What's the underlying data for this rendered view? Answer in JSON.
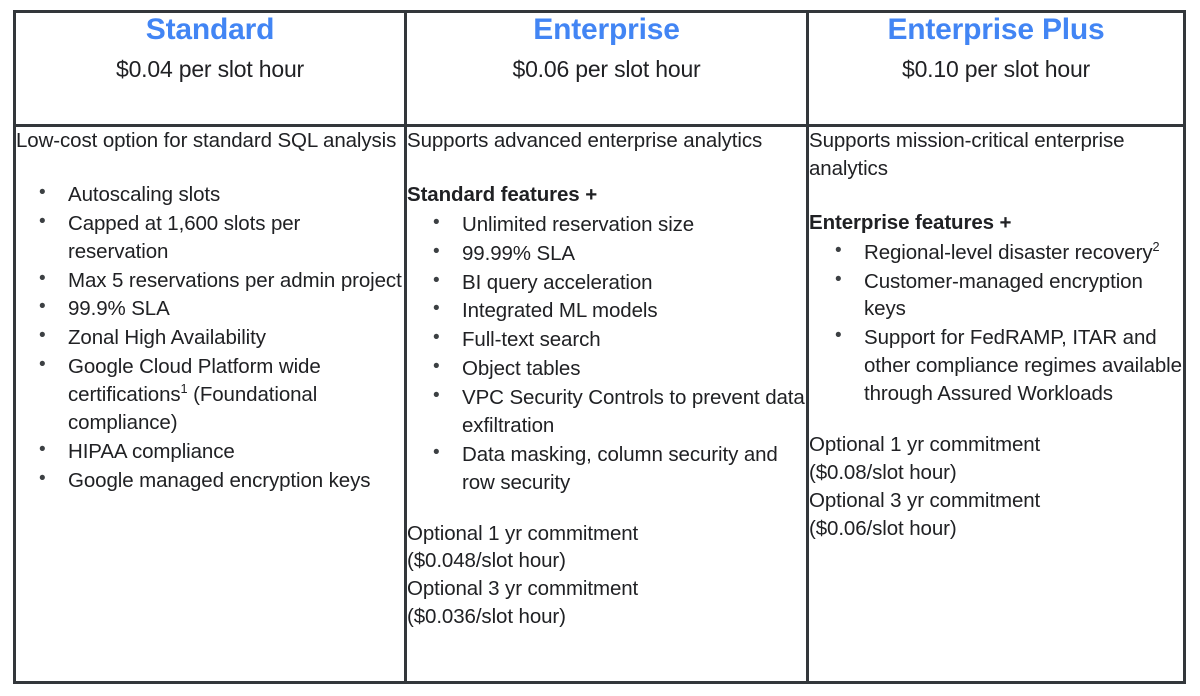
{
  "theme": {
    "accent_blue": "#4285F4",
    "text_color": "#202124",
    "border_color": "#33373B",
    "background": "#FFFFFF"
  },
  "columns": [
    {
      "plan_name": "Standard",
      "price": "$0.04 per slot hour",
      "intro": "Low-cost option for standard SQL analysis",
      "features_heading": "",
      "features": [
        "Autoscaling slots",
        "Capped at 1,600 slots per reservation",
        "Max 5 reservations per admin project",
        "99.9% SLA",
        "Zonal High Availability",
        "Google Cloud Platform wide certifications¹ (Foundational compliance)",
        "HIPAA compliance",
        "Google managed encryption keys"
      ],
      "commitments": []
    },
    {
      "plan_name": "Enterprise",
      "price": "$0.06 per slot hour",
      "intro": "Supports advanced enterprise analytics",
      "features_heading": "Standard features +",
      "features": [
        "Unlimited reservation size",
        "99.99% SLA",
        "BI query acceleration",
        "Integrated ML models",
        "Full-text search",
        "Object tables",
        "VPC Security Controls to prevent data exfiltration",
        "Data masking, column security and row security"
      ],
      "commitments": [
        "Optional 1 yr commitment",
        "($0.048/slot hour)",
        "Optional 3 yr commitment",
        "($0.036/slot hour)"
      ]
    },
    {
      "plan_name": "Enterprise Plus",
      "price": "$0.10 per slot hour",
      "intro": "Supports mission-critical enterprise analytics",
      "features_heading": "Enterprise features +",
      "features": [
        "Regional-level disaster recovery²",
        "Customer-managed encryption keys",
        "Support for FedRAMP, ITAR and other compliance regimes available through Assured Workloads"
      ],
      "commitments": [
        "Optional 1 yr commitment",
        "($0.08/slot hour)",
        "Optional 3 yr commitment",
        "($0.06/slot hour)"
      ]
    }
  ]
}
